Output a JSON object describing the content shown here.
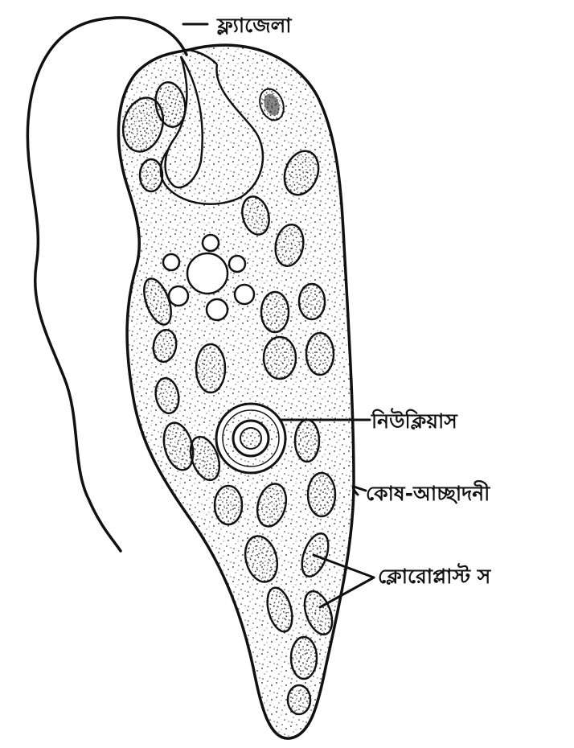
{
  "labels": {
    "flagella": "ফ্ল্যাজেলা",
    "nucleus": "নিউক্লিয়াস",
    "cell_wall": "কোষ-আচ্ছাদনী",
    "chloroplasts": "ক্লোরোপ্লাস্ট স"
  },
  "colors": {
    "ink": "#111111",
    "paper": "#ffffff"
  }
}
